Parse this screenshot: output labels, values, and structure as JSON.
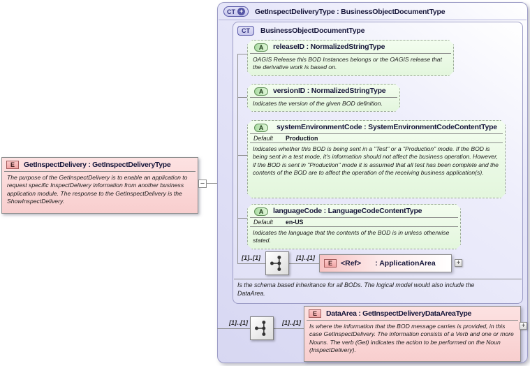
{
  "icons": {
    "expand_icon": "+",
    "collapse_icon": "−",
    "sequence_icon": "sequence-compositor"
  },
  "colors": {
    "container_fill": "#dcdcf5",
    "attribute_fill": "#eaf9e6",
    "element_fill": "#fbd9d9",
    "ct_badge_accent": "#5656a6",
    "attribute_badge_border": "#5f8f58",
    "element_badge_border": "#a35c5c"
  },
  "root_element": {
    "badge": "E",
    "title": "GetInspectDelivery : GetInspectDeliveryType",
    "description": "The purpose of the GetInspectDelivery is to enable an application to request specific InspectDelivery information from another business application module.  The response to the GetInspectDelivery is the ShowInspectDelivery."
  },
  "complex_type": {
    "badge": "CT",
    "title": "GetInspectDeliveryType : BusinessObjectDocumentType",
    "base": {
      "badge": "CT",
      "title": "BusinessObjectDocumentType",
      "attributes": [
        {
          "badge": "A",
          "title": "releaseID : NormalizedStringType",
          "description": "OAGIS Release this BOD Instances belongs or the OAGIS release that the derivative work is based on."
        },
        {
          "badge": "A",
          "title": "versionID : NormalizedStringType",
          "description": "Indicates the version of the given BOD definition."
        },
        {
          "badge": "A",
          "title": "systemEnvironmentCode : SystemEnvironmentCodeContentType",
          "default_label": "Default",
          "default_value": "Production",
          "description": "Indicates whether this BOD is being sent in a \"Test\" or a \"Production\" mode. If the BOD is being sent in a test mode, it's information should not affect the business operation. However, if the BOD is sent in \"Production\" mode it is assumed that all test has been complete and the contents of the BOD are to affect the operation of the receiving business application(s)."
        },
        {
          "badge": "A",
          "title": "languageCode : LanguageCodeContentType",
          "default_label": "Default",
          "default_value": "en-US",
          "description": "Indicates the language that the contents of the BOD is in unless otherwise stated."
        }
      ],
      "sequence": {
        "left": "[1]..[1]",
        "right": "[1]..[1]"
      },
      "ref_element": {
        "badge": "E",
        "name": "<Ref>",
        "type": ": ApplicationArea"
      },
      "footnote": "Is the schema based inheritance for all BODs. The logical model would also include the DataArea."
    },
    "sequence": {
      "left": "[1]..[1]",
      "right": "[1]..[1]"
    },
    "data_area": {
      "badge": "E",
      "title": "DataArea : GetInspectDeliveryDataAreaType",
      "description": "Is where the information that the BOD message carries is provided, in this case GetInspectDelivery. The information consists of a Verb and one or more Nouns. The verb (Get) indicates the action to be performed on the Noun (InspectDelivery)."
    }
  }
}
